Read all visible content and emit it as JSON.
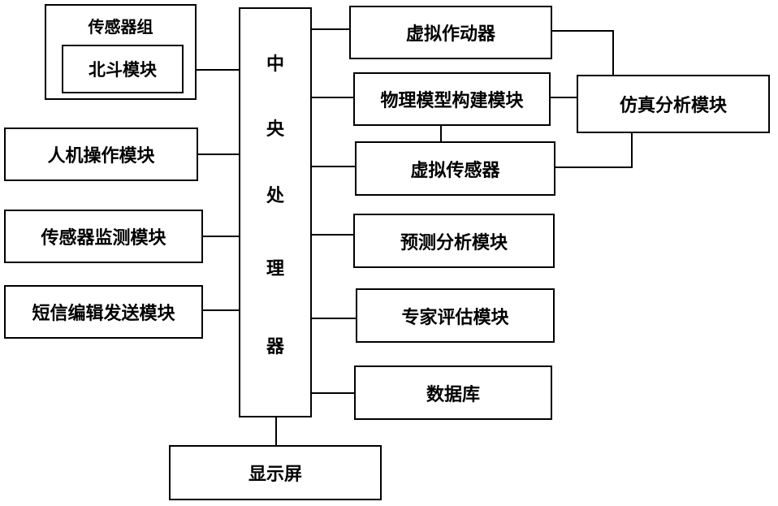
{
  "sensor_group": {
    "title": "传感器组",
    "beidou": "北斗模块"
  },
  "left_modules": {
    "human_machine": "人机操作模块",
    "sensor_monitor": "传感器监测模块",
    "sms_send": "短信编辑发送模块"
  },
  "cpu": {
    "chars": [
      "中",
      "央",
      "处",
      "理",
      "器"
    ]
  },
  "right_modules": {
    "virtual_actuator": "虚拟作动器",
    "physical_model": "物理模型构建模块",
    "virtual_sensor": "虚拟传感器",
    "prediction": "预测分析模块",
    "expert_eval": "专家评估模块",
    "database": "数据库"
  },
  "simulation": "仿真分析模块",
  "display": "显示屏"
}
